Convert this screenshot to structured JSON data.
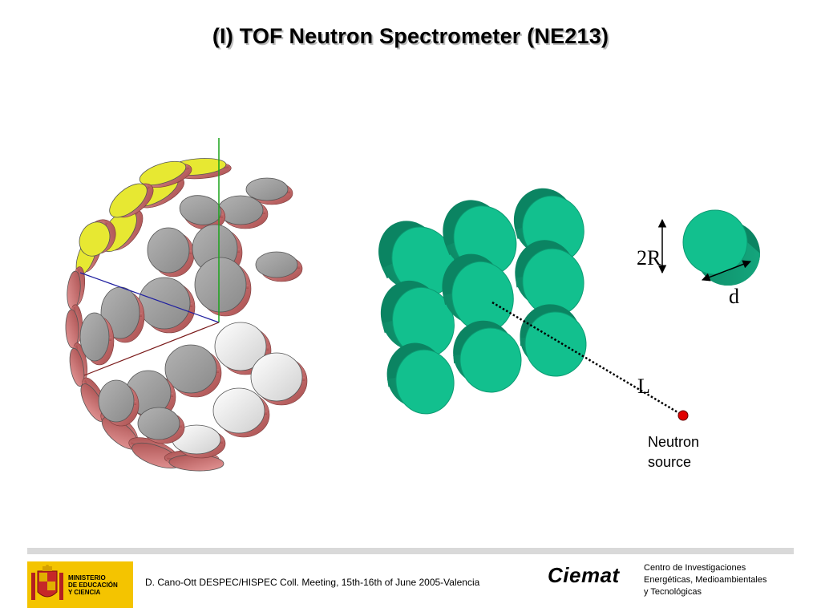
{
  "slide": {
    "title": "(I) TOF Neutron Spectrometer (NE213)"
  },
  "diagram": {
    "label_2r": "2R",
    "label_d": "d",
    "label_l": "L",
    "source_line1": "Neutron",
    "source_line2": "source"
  },
  "colors": {
    "detector_green": "#119e75",
    "detector_face": "#12c08e",
    "source_red": "#e00000",
    "shell_rim": "#d77a7a",
    "shell_face_yellow": "#e7e832",
    "shell_face_grey": "#9c9c9c"
  },
  "footer": {
    "ministry_line1": "MINISTERIO",
    "ministry_line2": "DE EDUCACIÓN",
    "ministry_line3": "Y CIENCIA",
    "credit": "D. Cano-Ott DESPEC/HISPEC Coll. Meeting, 15th-16th of June 2005-Valencia",
    "brand": "Ciemat",
    "org_line1": "Centro de Investigaciones",
    "org_line2": "Energéticas, Medioambientales",
    "org_line3": "y  Tecnológicas"
  }
}
